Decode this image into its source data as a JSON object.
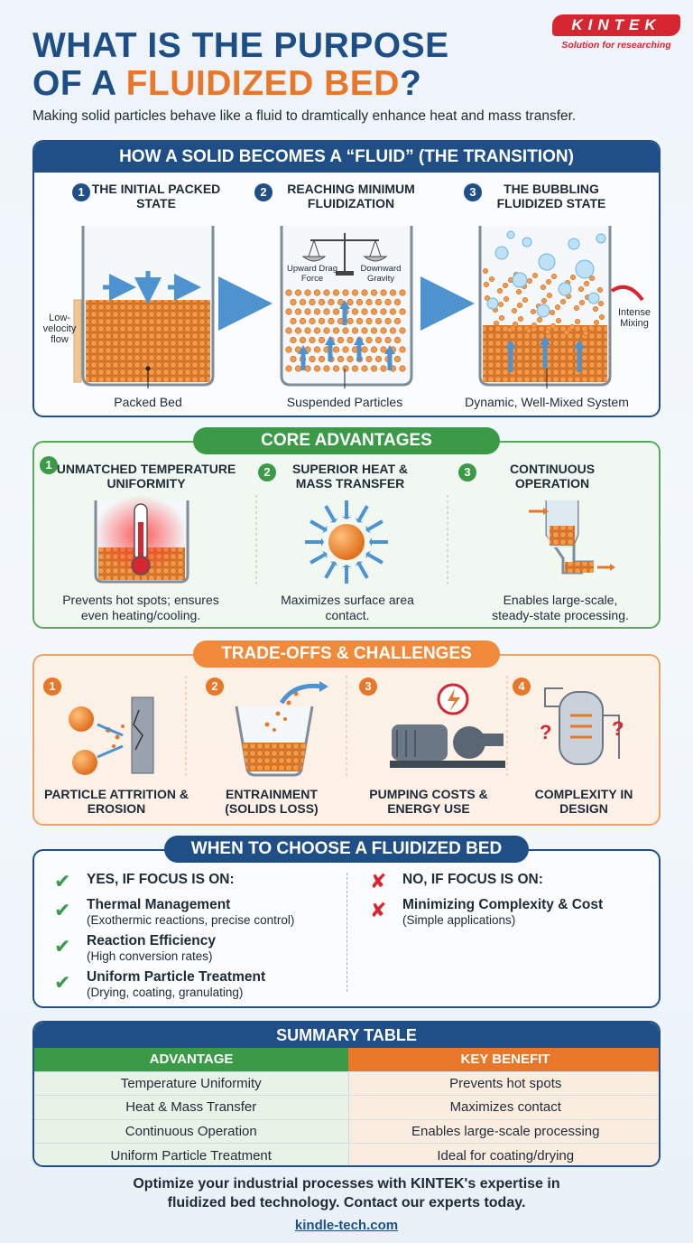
{
  "header": {
    "title_line1": "WHAT IS THE PURPOSE",
    "title_line2_prefix": "OF A ",
    "title_line2_highlight": "FLUIDIZED BED",
    "title_line2_suffix": "?",
    "subtitle": "Making solid particles behave like a fluid to dramtically enhance heat and mass transfer.",
    "logo_text": "KINTEK",
    "logo_tagline": "Solution for researching"
  },
  "transition": {
    "heading": "HOW A SOLID BECOMES A “FLUID” (THE TRANSITION)",
    "steps": [
      {
        "num": "1",
        "title": "THE INITIAL PACKED STATE",
        "caption": "Packed Bed",
        "side_label": "Low-velocity flow"
      },
      {
        "num": "2",
        "title": "REACHING MINIMUM FLUIDIZATION",
        "caption": "Suspended Particles",
        "left_label": "Upward Drag Force",
        "right_label": "Downward Gravity"
      },
      {
        "num": "3",
        "title": "THE BUBBLING FLUIDIZED STATE",
        "caption": "Dynamic, Well-Mixed System",
        "side_label": "Intense Mixing"
      }
    ]
  },
  "advantages": {
    "heading": "CORE ADVANTAGES",
    "items": [
      {
        "num": "1",
        "title": "UNMATCHED TEMPERATURE UNIFORMITY",
        "caption": "Prevents hot spots; ensures even heating/cooling."
      },
      {
        "num": "2",
        "title": "SUPERIOR HEAT & MASS TRANSFER",
        "caption": "Maximizes surface area contact."
      },
      {
        "num": "3",
        "title": "CONTINUOUS OPERATION",
        "caption": "Enables large-scale, steady-state processing."
      }
    ]
  },
  "tradeoffs": {
    "heading": "TRADE-OFFS & CHALLENGES",
    "items": [
      {
        "num": "1",
        "title": "PARTICLE ATTRITION & EROSION"
      },
      {
        "num": "2",
        "title": "ENTRAINMENT (SOLIDS LOSS)"
      },
      {
        "num": "3",
        "title": "PUMPING COSTS & ENERGY USE"
      },
      {
        "num": "4",
        "title": "COMPLEXITY IN DESIGN"
      }
    ]
  },
  "choose": {
    "heading": "WHEN TO CHOOSE A FLUIDIZED BED",
    "yes_heading": "YES, IF FOCUS IS ON:",
    "yes_items": [
      {
        "title": "Thermal Management",
        "sub": "(Exothermic reactions, precise control)"
      },
      {
        "title": "Reaction Efficiency",
        "sub": "(High conversion rates)"
      },
      {
        "title": "Uniform Particle Treatment",
        "sub": "(Drying, coating, granulating)"
      }
    ],
    "no_heading": "NO, IF FOCUS IS ON:",
    "no_items": [
      {
        "title": "Minimizing Complexity & Cost",
        "sub": "(Simple applications)"
      }
    ]
  },
  "summary": {
    "heading": "SUMMARY TABLE",
    "col_left": "ADVANTAGE",
    "col_right": "KEY BENEFIT",
    "rows": [
      {
        "left": "Temperature Uniformity",
        "right": "Prevents hot spots"
      },
      {
        "left": "Heat & Mass Transfer",
        "right": "Maximizes contact"
      },
      {
        "left": "Continuous Operation",
        "right": "Enables large-scale processing"
      },
      {
        "left": "Uniform Particle Treatment",
        "right": "Ideal for coating/drying"
      }
    ]
  },
  "footer": {
    "line1": "Optimize your industrial processes with KINTEK's expertise in",
    "line2": "fluidized bed technology. Contact our experts today.",
    "link": "kindle-tech.com"
  },
  "colors": {
    "navy": "#1d4f86",
    "orange": "#e8772a",
    "green": "#3a9a47",
    "red": "#d62631"
  }
}
